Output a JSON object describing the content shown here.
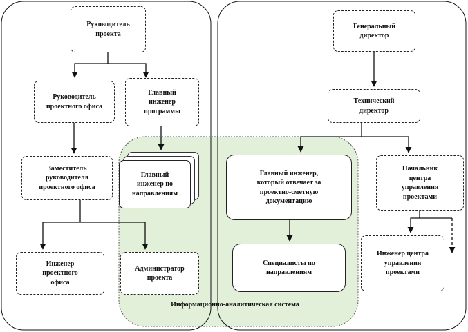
{
  "nodes": {
    "project_manager": "Руководитель\nпроекта",
    "project_office_head": "Руководитель\nпроектного офиса",
    "program_chief_engineer": "Главный\nинженер\nпрограммы",
    "deputy_project_office_head": "Заместитель\nруководителя\nпроектного офиса",
    "direction_chief_engineer": "Главный\nинженер по\nнаправлениям",
    "project_office_engineer": "Инженер\nпроектного\nофиса",
    "project_administrator": "Администратор\nпроекта",
    "general_director": "Генеральный\nдиректор",
    "technical_director": "Технический\nдиректор",
    "chief_engineer_design_docs": "Главный инженер,\nкоторый отвечает за\nпроектно-сметную\nдокументацию",
    "pmc_head": "Начальник\nцентра\nуправления\nпроектами",
    "direction_specialists": "Специалисты по\nнаправлениям",
    "pmc_engineer": "Инженер центра\nуправления\nпроектами"
  },
  "system_label": "Информационно-аналитическая  система",
  "colors": {
    "system_fill": "#e2efd9",
    "line": "#111111"
  }
}
